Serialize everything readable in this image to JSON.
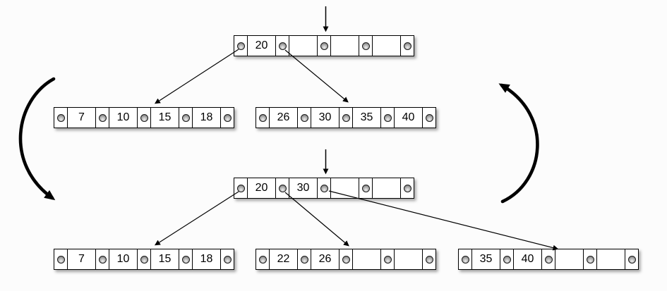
{
  "diagram": {
    "subject": "btree-insert-split",
    "slots_per_node": 4,
    "pointers_per_node": 5
  },
  "colors": {
    "background": "#fcfcfc",
    "node_fill": "#ffffff",
    "ink": "#000000",
    "pointer_dot_gray": "#8f8f8f"
  },
  "icons": {
    "pointer_dot": "pointer-dot-icon",
    "insert_cursor": "insert-cursor-arrow",
    "child_link": "child-link-arrow",
    "cycle_left": "cycle-arrow-left",
    "cycle_right": "cycle-arrow-right"
  },
  "nodes": {
    "t1_root": {
      "keys": [
        "20",
        "",
        "",
        ""
      ]
    },
    "t1_child0": {
      "keys": [
        "7",
        "10",
        "15",
        "18"
      ]
    },
    "t1_child1": {
      "keys": [
        "26",
        "30",
        "35",
        "40"
      ]
    },
    "t2_root": {
      "keys": [
        "20",
        "30",
        "",
        ""
      ]
    },
    "t2_child0": {
      "keys": [
        "7",
        "10",
        "15",
        "18"
      ]
    },
    "t2_child1": {
      "keys": [
        "22",
        "26",
        "",
        ""
      ]
    },
    "t2_child2": {
      "keys": [
        "35",
        "40",
        "",
        ""
      ]
    }
  }
}
